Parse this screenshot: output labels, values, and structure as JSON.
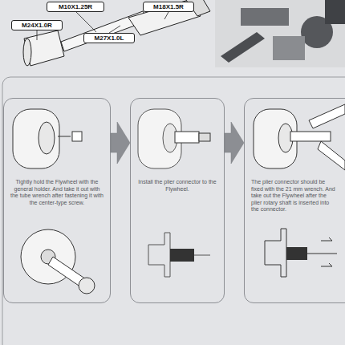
{
  "diagram": {
    "nodes": [
      {
        "text": [
          "M10X1.25R"
        ]
      },
      {
        "text": [
          "M18X1.5R"
        ]
      },
      {
        "text": [
          "M24X1.0R"
        ]
      },
      {
        "text": [
          "M27X1.0L"
        ]
      },
      {
        "text": [
          "Tightly hold the Flywheel with the general holder. And take it out with the tube wrench after fastening it with the center-type screw."
        ]
      },
      {
        "text": [
          "Install the plier connector to the Flywheel."
        ]
      },
      {
        "text": [
          "The plier connector should be fixed with the 21 mm wrench. And take out the Flywheel after the plier rotary shaft is inserted into the connector."
        ]
      }
    ],
    "edges": [
      {
        "from": 4,
        "to": 5,
        "arrow": "to"
      },
      {
        "from": 5,
        "to": 6,
        "arrow": "to"
      }
    ]
  }
}
